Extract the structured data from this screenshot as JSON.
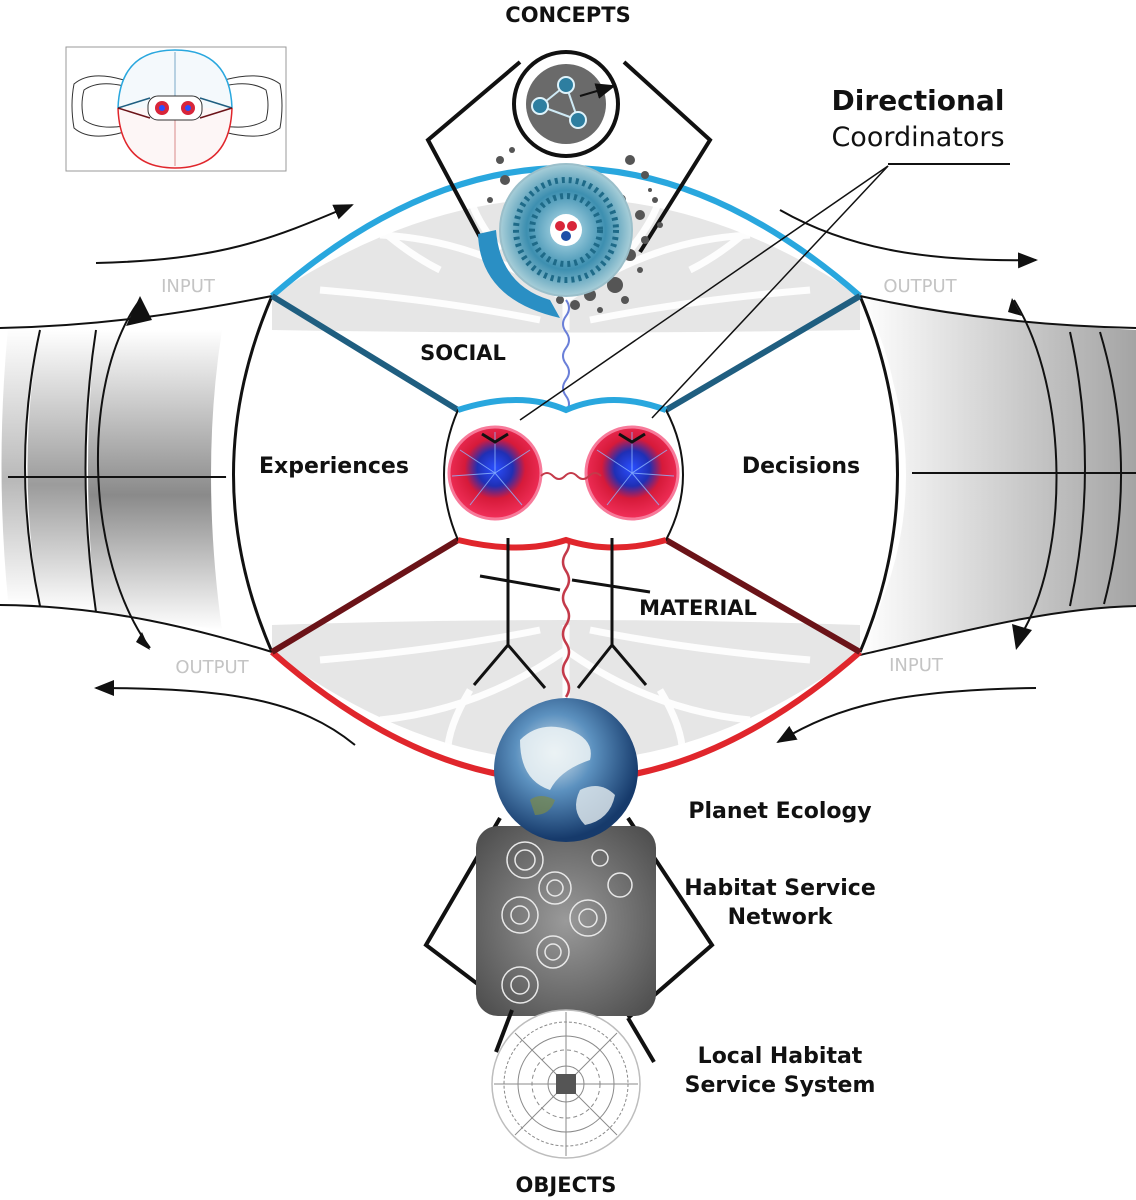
{
  "labels": {
    "concepts": "CONCEPTS",
    "objects": "OBJECTS",
    "social": "SOCIAL",
    "material": "MATERIAL",
    "experiences": "Experiences",
    "decisions": "Decisions",
    "directional_line1": "Directional",
    "directional_line2": "Coordinators",
    "input_left": "INPUT",
    "output_right": "OUTPUT",
    "output_left": "OUTPUT",
    "input_right": "INPUT",
    "planet_ecology": "Planet Ecology",
    "habitat_network_line1": "Habitat Service",
    "habitat_network_line2": "Network",
    "local_system_line1": "Local Habitat",
    "local_system_line2": "Service System"
  },
  "colors": {
    "social_blue": "#29a7de",
    "social_dark_blue": "#1f5e80",
    "material_red": "#e0262c",
    "material_dark_red": "#6b1318",
    "faint_label": "#c4c4c4",
    "tree_gray": "#e4e4e4",
    "sphere_red": "#e8243a",
    "earth_blue": "#2a6cab"
  },
  "icons": [
    "concept-network-icon",
    "social-sphere-icon",
    "brain-sphere-icon",
    "earth-globe-icon",
    "habitat-network-icon",
    "habitat-system-icon",
    "thumbnail-overview-icon"
  ]
}
